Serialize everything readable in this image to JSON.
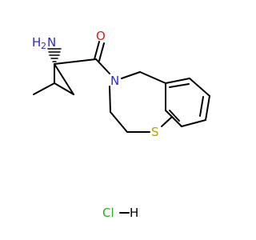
{
  "molecule": {
    "atoms": {
      "nitrogen_amino": "N",
      "hydrogen_amino": "H",
      "subscript_amino": "2",
      "oxygen": "O",
      "nitrogen_ring": "N",
      "sulfur": "S"
    },
    "salt": {
      "chlorine": "Cl",
      "hydrogen": "H"
    },
    "colors": {
      "bond": "#000000",
      "nitrogen": "#2b2bd6",
      "oxygen": "#e01b1b",
      "sulfur": "#b8a000",
      "chlorine": "#22b022",
      "hydrogen": "#000000"
    }
  }
}
